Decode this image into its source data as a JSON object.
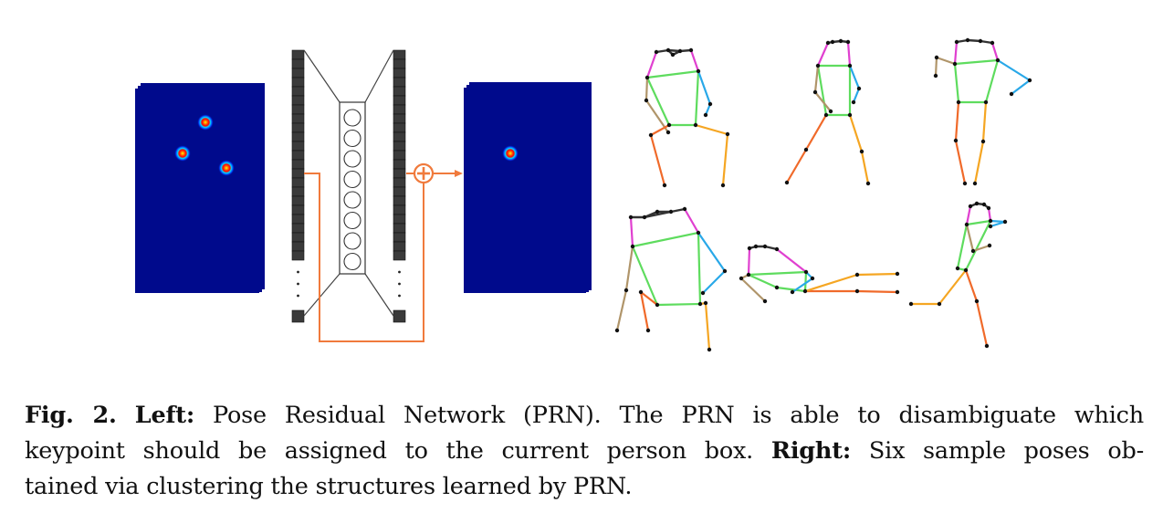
{
  "colors": {
    "heatmap_bg": "#000a8c",
    "block": "#3a3a3a",
    "residual": "#f07a3c",
    "head": "#e040d0",
    "torso": "#5edc5e",
    "left_arm": "#b0956a",
    "right_arm": "#29a8e8",
    "left_leg": "#f06a2a",
    "right_leg": "#f5a623",
    "face": "#333333"
  },
  "caption": {
    "fig_label": "Fig. 2.",
    "left_label": "Left:",
    "text1": " Pose Residual Network (PRN). The PRN is able to disambiguate which",
    "text2": "keypoint should be assigned to the current person box. ",
    "right_label": "Right:",
    "text3": " Six sample poses ob-",
    "text4": "tained via clustering the structures learned by PRN."
  }
}
